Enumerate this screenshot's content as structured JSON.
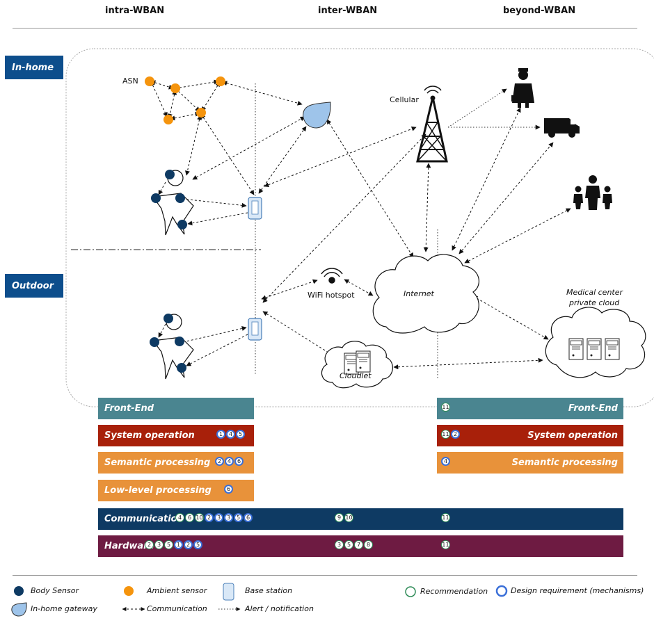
{
  "headers": {
    "intra": "intra-WBAN",
    "inter": "inter-WBAN",
    "beyond": "beyond-WBAN"
  },
  "zones": {
    "inhome": "In-home",
    "outdoor": "Outdoor"
  },
  "labels": {
    "asn": "ASN",
    "cellular": "Cellular",
    "wifi": "WiFi hotspot",
    "internet": "Internet",
    "medical_line1": "Medical center",
    "medical_line2": "private cloud",
    "cloudlet": "Cloudlet"
  },
  "bars": {
    "frontend_left": {
      "label": "Front-End"
    },
    "sysop_left": {
      "label": "System operation",
      "badges": [
        {
          "n": "1",
          "t": "req"
        },
        {
          "n": "4",
          "t": "req"
        },
        {
          "n": "5",
          "t": "req"
        }
      ]
    },
    "semantic_left": {
      "label": "Semantic processing",
      "badges": [
        {
          "n": "2",
          "t": "req"
        },
        {
          "n": "4",
          "t": "req"
        },
        {
          "n": "6",
          "t": "req"
        }
      ]
    },
    "lowlevel_left": {
      "label": "Low-level processing",
      "badges": [
        {
          "n": "6",
          "t": "req"
        }
      ]
    },
    "frontend_right": {
      "label": "Front-End",
      "badges": [
        {
          "n": "11",
          "t": "rec"
        }
      ]
    },
    "sysop_right": {
      "label": "System operation",
      "badges": [
        {
          "n": "11",
          "t": "rec"
        },
        {
          "n": "2",
          "t": "req"
        }
      ]
    },
    "semantic_right": {
      "label": "Semantic processing",
      "badges": [
        {
          "n": "4",
          "t": "req"
        }
      ]
    },
    "communication": {
      "label": "Communication",
      "badges_left": [
        {
          "n": "4",
          "t": "rec"
        },
        {
          "n": "6",
          "t": "rec"
        },
        {
          "n": "10",
          "t": "rec"
        },
        {
          "n": "2",
          "t": "req"
        },
        {
          "n": "3",
          "t": "req"
        },
        {
          "n": "3",
          "t": "req"
        },
        {
          "n": "5",
          "t": "req"
        },
        {
          "n": "6",
          "t": "req"
        }
      ],
      "badges_mid": [
        {
          "n": "9",
          "t": "rec"
        },
        {
          "n": "10",
          "t": "rec"
        }
      ],
      "badges_right": [
        {
          "n": "11",
          "t": "rec"
        }
      ]
    },
    "hardware": {
      "label": "Hardware",
      "badges_left": [
        {
          "n": "2",
          "t": "rec"
        },
        {
          "n": "3",
          "t": "rec"
        },
        {
          "n": "5",
          "t": "rec"
        },
        {
          "n": "1",
          "t": "req"
        },
        {
          "n": "2",
          "t": "req"
        },
        {
          "n": "5",
          "t": "req"
        }
      ],
      "badges_mid": [
        {
          "n": "3",
          "t": "rec"
        },
        {
          "n": "5",
          "t": "rec"
        },
        {
          "n": "7",
          "t": "rec"
        },
        {
          "n": "8",
          "t": "rec"
        }
      ],
      "badges_right": [
        {
          "n": "11",
          "t": "rec"
        }
      ]
    }
  },
  "legend": {
    "body_sensor": "Body Sensor",
    "ambient_sensor": "Ambient sensor",
    "base_station": "Base station",
    "recommendation": "Recommendation",
    "design_requirement": "Design requirement (mechanisms)",
    "gateway": "In-home gateway",
    "communication": "Communication",
    "alert": "Alert / notification"
  },
  "colors": {
    "zone": "#0d4e8c",
    "frontend": "#4a8590",
    "sysop": "#a8200a",
    "processing": "#e8923a",
    "communication": "#0e3a63",
    "hardware": "#6e1b42",
    "body_sensor": "#0e3a63",
    "ambient": "#f5940d",
    "gateway": "#9ec4ea"
  }
}
